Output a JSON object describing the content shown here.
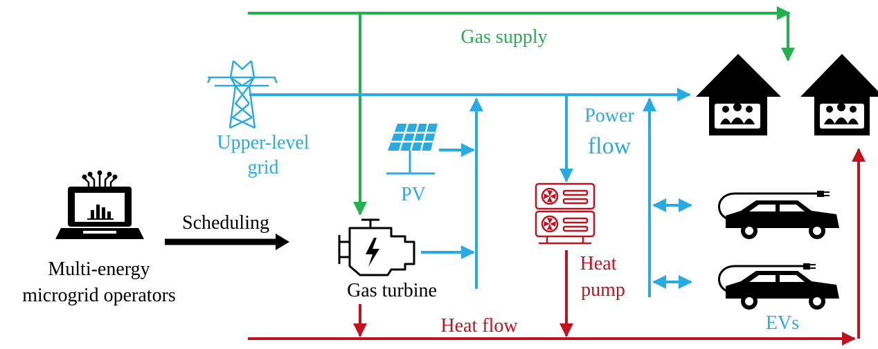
{
  "colors": {
    "gas": "#22b14c",
    "power": "#29abe2",
    "heat": "#c1121f",
    "black": "#000000"
  },
  "labels": {
    "gas_supply": "Gas supply",
    "upper_level_grid_line1": "Upper-level",
    "upper_level_grid_line2": "grid",
    "power_flow_line1": "Power",
    "power_flow_line2": "flow",
    "pv": "PV",
    "scheduling": "Scheduling",
    "operators_line1": "Multi-energy",
    "operators_line2": "microgrid operators",
    "gas_turbine": "Gas turbine",
    "heat_pump_line1": "Heat",
    "heat_pump_line2": "pump",
    "heat_flow": "Heat flow",
    "evs": "EVs"
  },
  "icons": [
    "transmission-tower-icon",
    "solar-panel-icon",
    "laptop-analytics-icon",
    "engine-icon",
    "heat-pump-icon",
    "house-icon",
    "electric-car-icon"
  ]
}
